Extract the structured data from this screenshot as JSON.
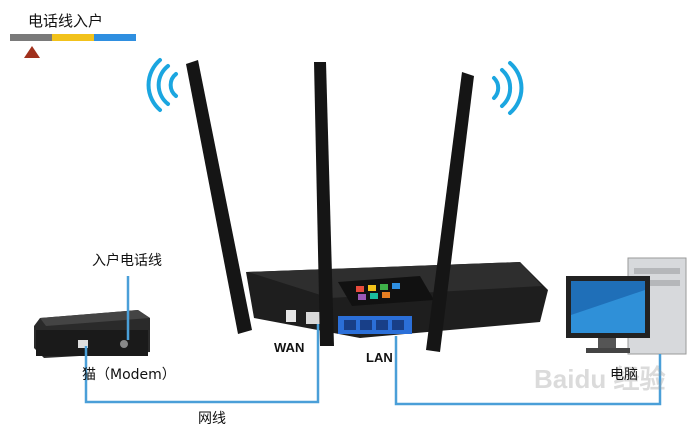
{
  "labels": {
    "title": "电话线入户",
    "phone_line": "入户电话线",
    "wan": "WAN",
    "lan": "LAN",
    "modem": "猫（Modem）",
    "network_cable": "网线",
    "computer": "电脑"
  },
  "watermark": "Baidu 经验",
  "colors": {
    "cable": "#4a9fd8",
    "bar_gray": "#7a7a7a",
    "bar_yellow": "#f2c21b",
    "bar_blue": "#2f8fe0",
    "marker": "#a0301c",
    "wifi": "#1ba6e0",
    "router_body": "#1e1e1e",
    "lan_ports": "#2b6fd8"
  },
  "icons": [
    "wifi-signal-icon",
    "router",
    "modem",
    "computer",
    "position-marker-icon"
  ]
}
